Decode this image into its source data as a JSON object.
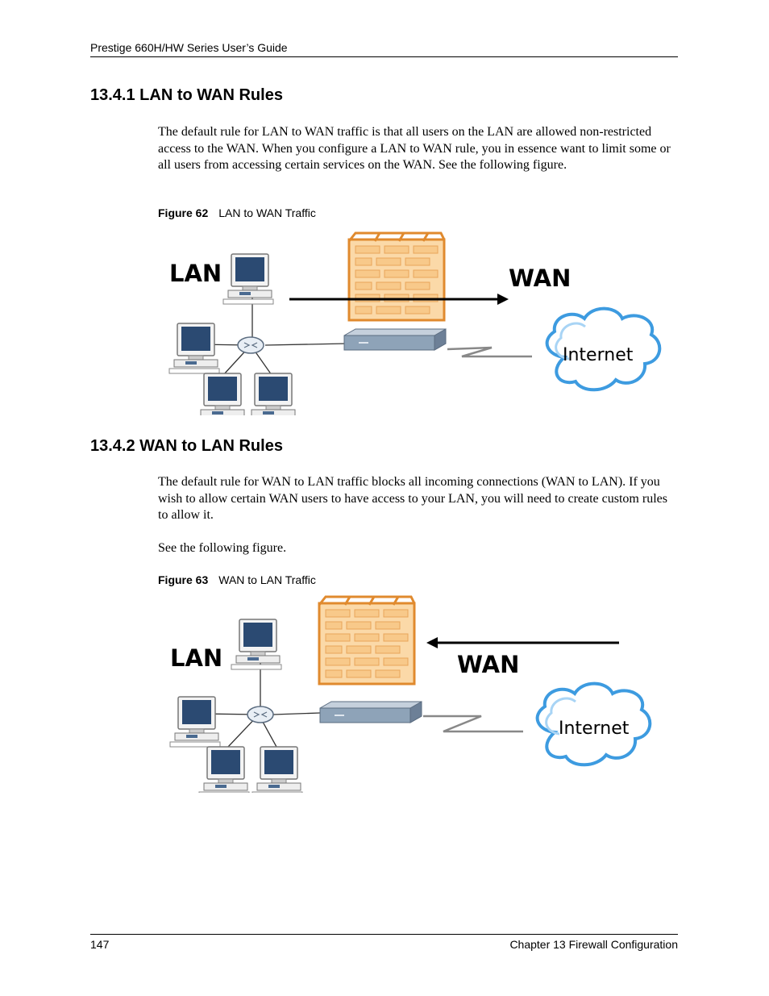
{
  "header": {
    "title": "Prestige 660H/HW Series User’s Guide"
  },
  "section1": {
    "heading": "13.4.1  LAN to WAN Rules",
    "paragraph": "The default rule for LAN to WAN traffic is that all users on the LAN are allowed non-restricted access to the WAN. When you configure a LAN to WAN rule, you in essence want to limit some or all users from accessing certain services on the WAN. See the following figure.",
    "figure_label": "Figure 62",
    "figure_title": "LAN to WAN Traffic",
    "diagram": {
      "lan_label": "LAN",
      "wan_label": "WAN",
      "cloud_label": "Internet",
      "arrow_direction": "LAN to WAN"
    }
  },
  "section2": {
    "heading": "13.4.2  WAN to LAN Rules",
    "paragraph": "The default rule for WAN to LAN traffic blocks all incoming connections (WAN to LAN).  If you wish to allow certain WAN users to have access to your LAN, you will need to create custom rules to allow it.",
    "paragraph2": "See the following figure.",
    "figure_label": "Figure 63",
    "figure_title": "WAN to LAN Traffic",
    "diagram": {
      "lan_label": "LAN",
      "wan_label": "WAN",
      "cloud_label": "Internet",
      "arrow_direction": "WAN to LAN"
    }
  },
  "footer": {
    "page_number": "147",
    "chapter": "Chapter 13 Firewall Configuration"
  },
  "colors": {
    "firewall_fill": "#fbd9a8",
    "firewall_stroke": "#e08a2e",
    "cloud_stroke": "#3d9be0",
    "device_fill": "#8ea3b8",
    "monitor_screen": "#2b4a72"
  }
}
